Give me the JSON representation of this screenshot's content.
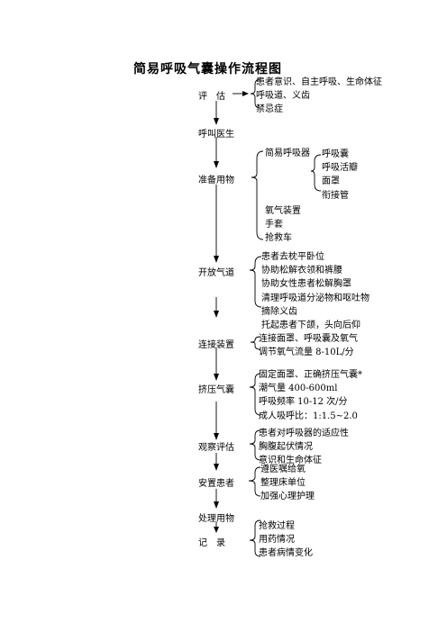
{
  "title": "简易呼吸气囊操作流程图",
  "steps": {
    "assess": "评　估",
    "call_doctor": "呼叫医生",
    "prepare": "准备用物",
    "open_airway": "开放气道",
    "connect": "连接装置",
    "squeeze": "挤压气囊",
    "observe": "观察评估",
    "settle": "安置患者",
    "dispose": "处理用物",
    "record": "记　录"
  },
  "assess_items": [
    "患者意识、自主呼吸、生命体征",
    "呼吸道、义齿",
    "禁忌症"
  ],
  "prepare": {
    "resuscitator_label": "简易呼吸器",
    "resuscitator_parts": [
      "呼吸囊",
      "呼吸活瓣",
      "面罩",
      "衔接管"
    ],
    "other_items": [
      "氧气装置",
      "手套",
      "抢救车"
    ]
  },
  "airway_items": [
    "患者去枕平卧位",
    "协助松解衣领和裤腰",
    "协助女性患者松解胸罩",
    "清理呼吸道分泌物和呕吐物",
    "摘除义齿",
    "托起患者下颌，头向后仰"
  ],
  "connect_items": [
    "连接面罩、呼吸囊及氧气",
    "调节氧气流量 8-10L/分"
  ],
  "squeeze_items": [
    "固定面罩、正确挤压气囊*",
    "潮气量 400-600ml",
    "呼吸频率 10-12 次/分",
    "成人吸呼比：1:1.5~2.0"
  ],
  "observe_items": [
    "患者对呼吸器的适应性",
    "胸腹起伏情况",
    "意识和生命体征"
  ],
  "settle_items": [
    "遵医嘱给氧",
    "整理床单位",
    "加强心理护理"
  ],
  "record_items": [
    "抢救过程",
    "用药情况",
    "患者病情变化"
  ]
}
